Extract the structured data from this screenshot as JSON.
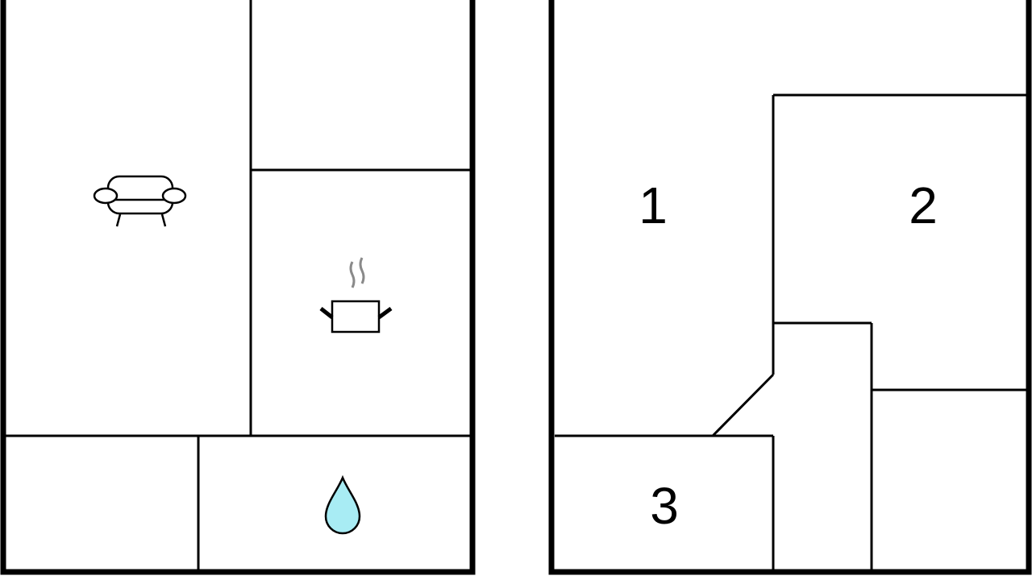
{
  "floor_plan": {
    "ground_floor": {
      "icons": [
        "sofa-icon",
        "cooking-pot-icon",
        "water-drop-icon"
      ]
    },
    "upper_floor": {
      "rooms": [
        {
          "label": "1"
        },
        {
          "label": "2"
        },
        {
          "label": "3"
        }
      ]
    }
  },
  "colors": {
    "wall": "#000000",
    "water": "#a8ecf4",
    "steam": "#8a8a8a"
  }
}
